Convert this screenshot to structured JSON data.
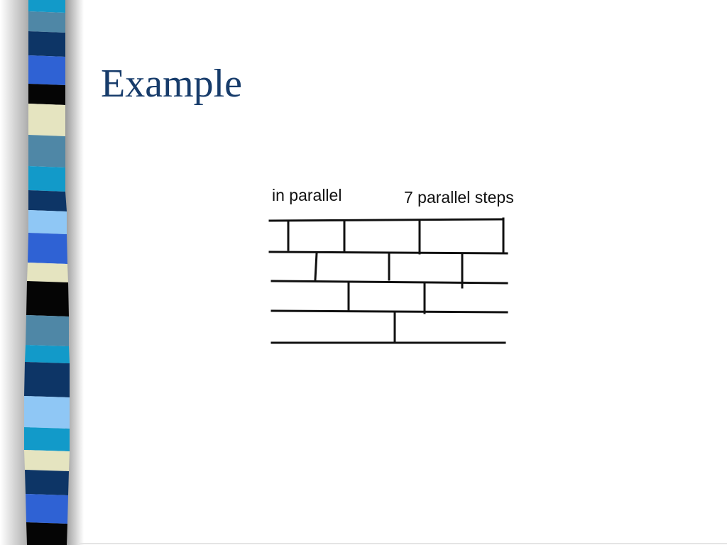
{
  "slide": {
    "title": "Example"
  },
  "diagram": {
    "label_left": "in parallel",
    "label_right": "7 parallel steps"
  },
  "colors": {
    "title": "#173c6b",
    "ink": "#111111",
    "stripe_dark_navy": "#0d3566",
    "stripe_steel_blue": "#4f87a6",
    "stripe_royal_blue": "#2f62d4",
    "stripe_cyan": "#129ac9",
    "stripe_light_blue": "#8fc7f5",
    "stripe_cream": "#e5e4c0",
    "stripe_black": "#050505"
  }
}
